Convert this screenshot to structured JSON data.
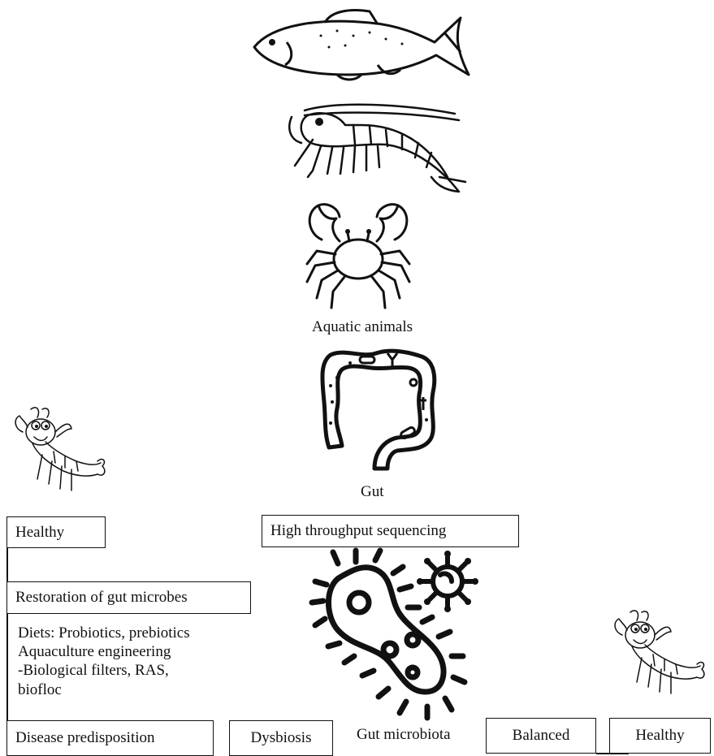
{
  "labels": {
    "aquatic_animals": "Aquatic animals",
    "gut": "Gut",
    "gut_microbiota": "Gut microbiota"
  },
  "boxes": {
    "healthy_left": "Healthy",
    "high_throughput": "High throughput sequencing",
    "restoration": "Restoration of gut microbes",
    "disease_predisposition": "Disease predisposition",
    "dysbiosis": "Dysbiosis",
    "balanced": "Balanced",
    "healthy_right": "Healthy"
  },
  "interventions": [
    "Diets: Probiotics, prebiotics",
    "Aquaculture engineering",
    "-Biological filters, RAS,",
    "biofloc"
  ],
  "icons": [
    "fish-icon",
    "shrimp-icon",
    "crab-icon",
    "intestine-icon",
    "bacteria-icon",
    "virus-icon",
    "cartoon-crayfish-icon"
  ]
}
